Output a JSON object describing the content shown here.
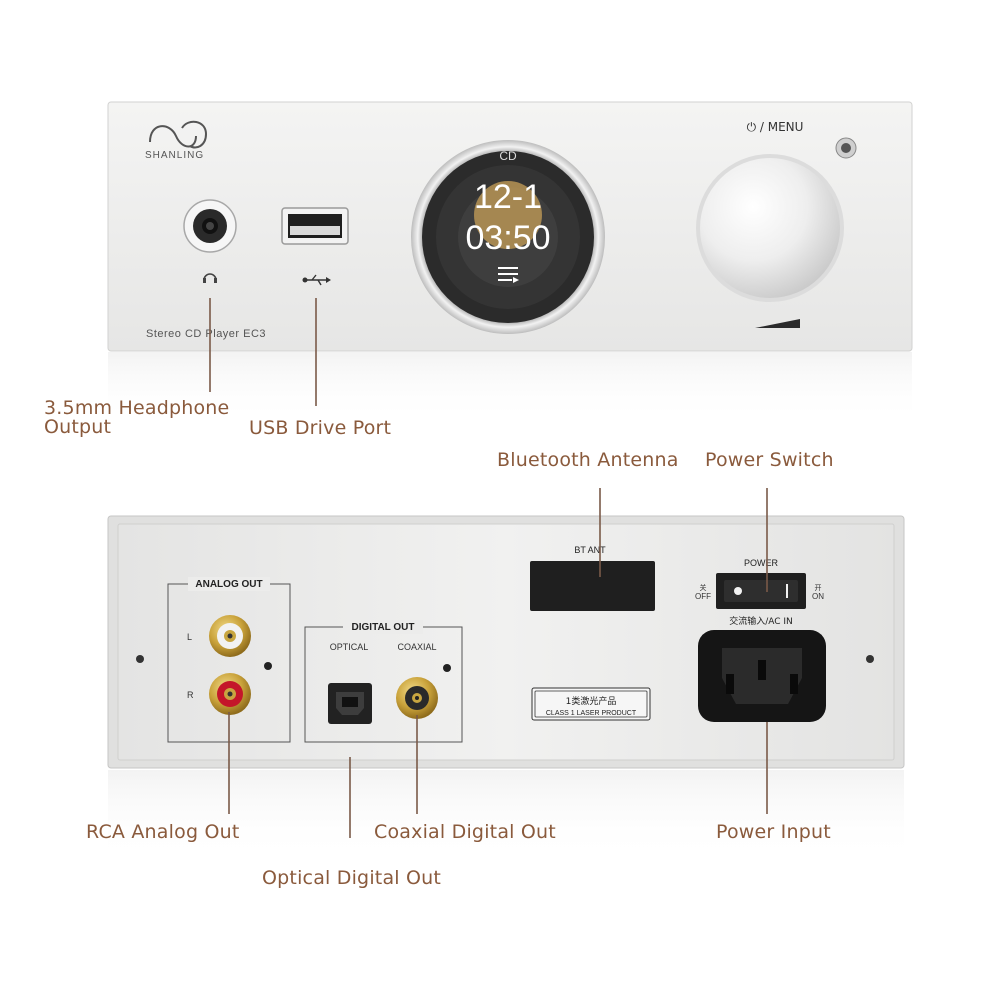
{
  "front": {
    "brand": "SHANLING",
    "model_label": "Stereo CD Player  EC3",
    "screen": {
      "source": "CD",
      "track": "12-1",
      "time": "03:50"
    },
    "menu_label": "⏻ / MENU"
  },
  "back": {
    "analog_out": "ANALOG OUT",
    "channel_l": "L",
    "channel_r": "R",
    "digital_out": "DIGITAL OUT",
    "optical": "OPTICAL",
    "coaxial": "COAXIAL",
    "bt_ant": "BT ANT",
    "power": "POWER",
    "off_cn": "关",
    "off": "OFF",
    "on_cn": "开",
    "on": "ON",
    "ac_in": "交流输入/AC IN",
    "laser_cn": "1类激光产品",
    "laser_en": "CLASS 1 LASER PRODUCT"
  },
  "callouts": {
    "headphone_line1": "3.5mm Headphone",
    "headphone_line2": "Output",
    "usb": "USB Drive Port",
    "bluetooth": "Bluetooth Antenna",
    "power_switch": "Power Switch",
    "rca": "RCA Analog Out",
    "coaxial": "Coaxial Digital Out",
    "optical": "Optical Digital Out",
    "power_input": "Power Input"
  },
  "colors": {
    "callout_text": "#8a5a3c",
    "leader_line": "#7a5a48",
    "panel": "#ebebea",
    "gold": "#c9a23a",
    "rca_red": "#c4162a"
  }
}
